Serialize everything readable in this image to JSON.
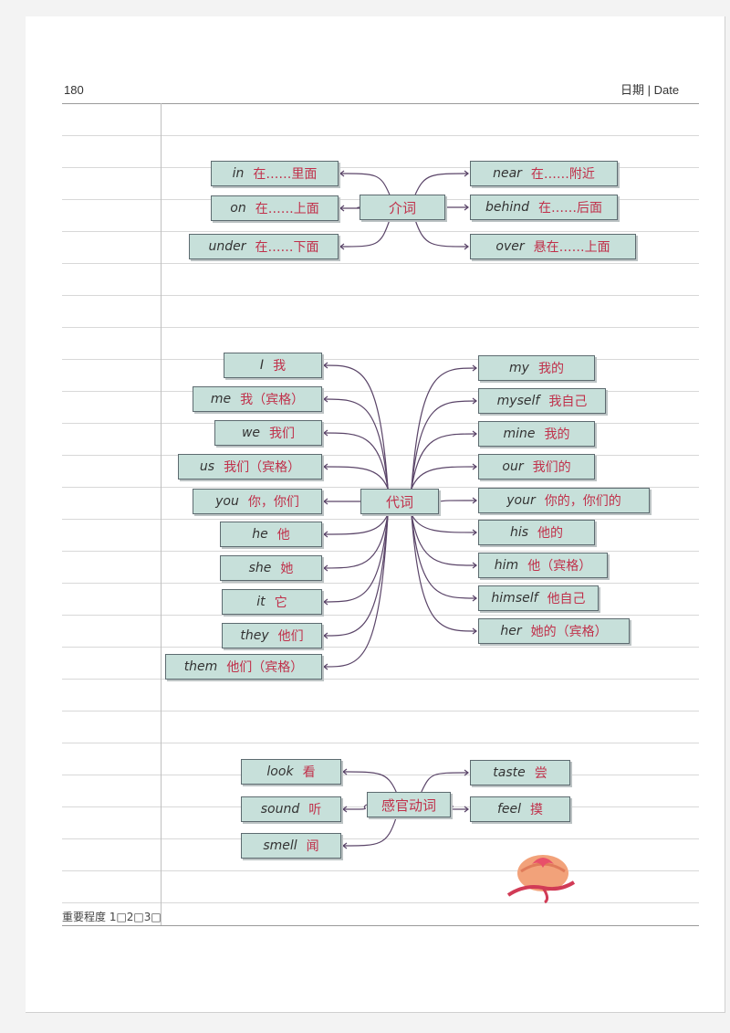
{
  "header": {
    "page_number": "180",
    "date_label": "日期 | Date"
  },
  "importance": "重要程度 1□2□3□",
  "groups": [
    {
      "center": "介词",
      "left": [
        {
          "en": "in",
          "zh": "在……里面"
        },
        {
          "en": "on",
          "zh": "在……上面"
        },
        {
          "en": "under",
          "zh": "在……下面"
        }
      ],
      "right": [
        {
          "en": "near",
          "zh": "在……附近"
        },
        {
          "en": "behind",
          "zh": "在……后面"
        },
        {
          "en": "over",
          "zh": "悬在……上面"
        }
      ]
    },
    {
      "center": "代词",
      "left": [
        {
          "en": "I",
          "zh": "我"
        },
        {
          "en": "me",
          "zh": "我（宾格）"
        },
        {
          "en": "we",
          "zh": "我们"
        },
        {
          "en": "us",
          "zh": "我们（宾格）"
        },
        {
          "en": "you",
          "zh": "你，你们"
        },
        {
          "en": "he",
          "zh": "他"
        },
        {
          "en": "she",
          "zh": "她"
        },
        {
          "en": "it",
          "zh": "它"
        },
        {
          "en": "they",
          "zh": "他们"
        },
        {
          "en": "them",
          "zh": "他们（宾格）"
        }
      ],
      "right": [
        {
          "en": "my",
          "zh": "我的"
        },
        {
          "en": "myself",
          "zh": "我自己"
        },
        {
          "en": "mine",
          "zh": "我的"
        },
        {
          "en": "our",
          "zh": "我们的"
        },
        {
          "en": "your",
          "zh": "你的，你们的"
        },
        {
          "en": "his",
          "zh": "他的"
        },
        {
          "en": "him",
          "zh": "他（宾格）"
        },
        {
          "en": "himself",
          "zh": "他自己"
        },
        {
          "en": "her",
          "zh": "她的（宾格）"
        }
      ]
    },
    {
      "center": "感官动词",
      "left": [
        {
          "en": "look",
          "zh": "看"
        },
        {
          "en": "sound",
          "zh": "听"
        },
        {
          "en": "smell",
          "zh": "闻"
        }
      ],
      "right": [
        {
          "en": "taste",
          "zh": "尝"
        },
        {
          "en": "feel",
          "zh": "摸"
        }
      ]
    }
  ],
  "colors": {
    "box_fill": "#c7e0da",
    "box_border": "#5d6b70",
    "chinese_text": "#c0304a",
    "connector": "#5a4468"
  },
  "illustration": "peach-bun-icon"
}
